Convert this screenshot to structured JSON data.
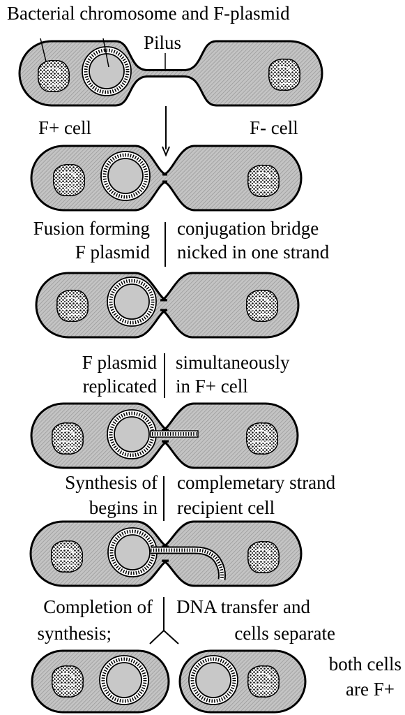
{
  "title": "Bacterial chromosome and F-plasmid",
  "labels": {
    "pilus": "Pilus",
    "f_plus_cell": "F+ cell",
    "f_minus_cell": "F- cell"
  },
  "steps": [
    {
      "left": [
        "Fusion forming",
        "F plasmid"
      ],
      "right": [
        "conjugation bridge",
        "nicked in one strand"
      ]
    },
    {
      "left": [
        "F plasmid",
        "replicated"
      ],
      "right": [
        "simultaneously",
        "in F+ cell"
      ]
    },
    {
      "left": [
        "Synthesis of",
        "begins in"
      ],
      "right": [
        "complemetary strand",
        "recipient cell"
      ]
    },
    {
      "left": [
        "Completion of",
        "synthesis;"
      ],
      "right": [
        "DNA transfer and",
        "cells separate"
      ]
    }
  ],
  "final_note": [
    "both cells",
    "are F+"
  ]
}
